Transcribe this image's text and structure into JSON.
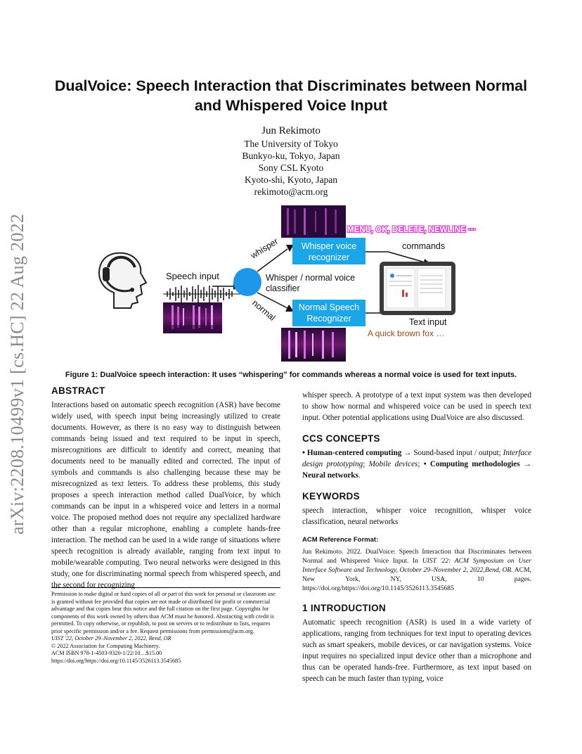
{
  "arxiv_stamp": "arXiv:2208.10499v1  [cs.HC]  22 Aug 2022",
  "title": "DualVoice: Speech Interaction that Discriminates between Normal and Whispered Voice Input",
  "author": {
    "name": "Jun Rekimoto",
    "lines": [
      "The University of Tokyo",
      "Bunkyo-ku, Tokyo, Japan",
      "Sony CSL Kyoto",
      "Kyoto-shi, Kyoto, Japan",
      "rekimoto@acm.org"
    ]
  },
  "figure": {
    "speech_input": "Speech input",
    "whisper": "whisper",
    "normal": "normal",
    "classifier_line1": "Whisper / normal voice",
    "classifier_line2": "classifier",
    "whisper_box_line1": "Whisper voice",
    "whisper_box_line2": "recognizer",
    "normal_box_line1": "Normal Speech",
    "normal_box_line2": "Recognizer",
    "commands": "commands",
    "text_input": "Text input",
    "command_words": "MENU, OK, DELETE, NEWLINE ···",
    "quick_fox": "A quick brown fox …",
    "colors": {
      "box": "#1ba6e8",
      "circle": "#1d97ea",
      "magenta": "#e23ad6",
      "fox": "#9a4a12"
    }
  },
  "figure_caption": "Figure 1: DualVoice speech interaction: It uses “whispering” for commands whereas a normal voice is used for text inputs.",
  "abstract": {
    "heading": "ABSTRACT",
    "text": "Interactions based on automatic speech recognition (ASR) have become widely used, with speech input being increasingly utilized to create documents. However, as there is no easy way to distinguish between commands being issued and text required to be input in speech, misrecognitions are difficult to identify and correct, meaning that documents need to be manually edited and corrected. The input of symbols and commands is also challenging because these may be misrecognized as text letters. To address these problems, this study proposes a speech interaction method called DualVoice, by which commands can be input in a whispered voice and letters in a normal voice. The proposed method does not require any specialized hardware other than a regular microphone, enabling a complete hands-free interaction. The method can be used in a wide range of situations where speech recognition is already available, ranging from text input to mobile/wearable computing. Two neural networks were designed in this study, one for discriminating normal speech from whispered speech, and the second for recognizing"
  },
  "permission": {
    "text": "Permission to make digital or hard copies of all or part of this work for personal or classroom use is granted without fee provided that copies are not made or distributed for profit or commercial advantage and that copies bear this notice and the full citation on the first page. Copyrights for components of this work owned by others than ACM must be honored. Abstracting with credit is permitted. To copy otherwise, or republish, to post on servers or to redistribute to lists, requires prior specific permission and/or a fee. Request permissions from permissions@acm.org.",
    "venue": "UIST '22, October 29–November 2, 2022, Bend, OR",
    "copyright": "© 2022 Association for Computing Machinery.",
    "isbn": "ACM ISBN 978-1-4503-9320-1/22/10…$15.00",
    "doi": "https://doi.org/https://doi.org/10.1145/3526113.3545685"
  },
  "abstract_cont": "whisper speech. A prototype of a text input system was then developed to show how normal and whispered voice can be used in speech text input. Other potential applications using DualVoice are also discussed.",
  "ccs": {
    "heading": "CCS CONCEPTS",
    "c1_bold": "• Human-centered computing",
    "c1_arrow": " → Sound-based input / output;",
    "c2_italic": "Interface design prototyping",
    "c2_sep": "; ",
    "c3_italic": "Mobile devices",
    "c3_sep": "; ",
    "c4_bold": "• Computing methodologies → Neural networks",
    "c4_end": "."
  },
  "keywords": {
    "heading": "KEYWORDS",
    "text": "speech interaction, whisper voice recognition, whisper voice classification, neural networks"
  },
  "acm_ref": {
    "heading": "ACM Reference Format:",
    "part1": "Jun Rekimoto. 2022. DualVoice: Speech Interaction that Discriminates between Normal and Whispered Voice Input. In ",
    "venue_italic": "UIST '22: ACM Symposium on User Interface Software and Technology, October 29–November 2, 2022,Bend, OR.",
    "part2": " ACM, New York, NY, USA, 10 pages. https://doi.org/https://doi.org/10.1145/3526113.3545685"
  },
  "intro": {
    "heading": "1   INTRODUCTION",
    "text": "Automatic speech recognition (ASR) is used in a wide variety of applications, ranging from techniques for text input to operating devices such as smart speakers, mobile devices, or car navigation systems. Voice input requires no specialized input device other than a microphone and thus can be operated hands-free. Furthermore, as text input based on speech can be much faster than typing, voice"
  }
}
